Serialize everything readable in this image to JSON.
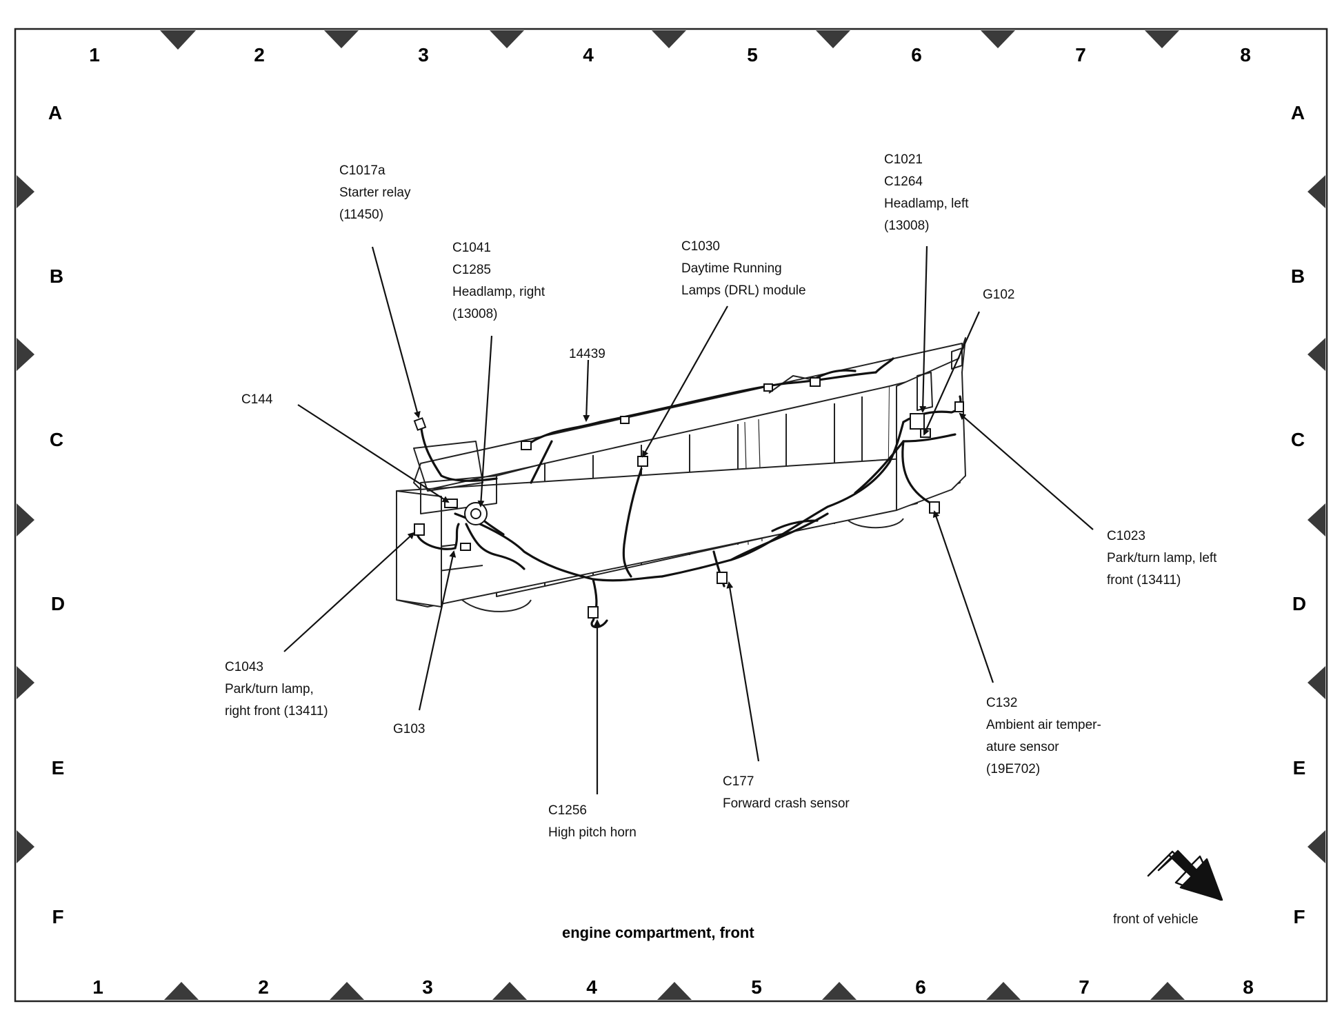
{
  "grid": {
    "columns": [
      "1",
      "2",
      "3",
      "4",
      "5",
      "6",
      "7",
      "8"
    ],
    "rows": [
      "A",
      "B",
      "C",
      "D",
      "E",
      "F"
    ]
  },
  "title": "engine compartment, front",
  "orientation_label": "front of vehicle",
  "callouts": {
    "c1017a": [
      "C1017a",
      "Starter relay",
      "(11450)"
    ],
    "c1041": [
      "C1041",
      "C1285",
      "Headlamp, right",
      "(13008)"
    ],
    "c1030": [
      "C1030",
      "Daytime Running",
      "Lamps (DRL) module"
    ],
    "c1021": [
      "C1021",
      "C1264",
      "Headlamp, left",
      "(13008)"
    ],
    "g102": [
      "G102"
    ],
    "n14439": [
      "14439"
    ],
    "c144": [
      "C144"
    ],
    "c1023": [
      "C1023",
      "Park/turn lamp, left",
      "front (13411)"
    ],
    "c1043": [
      "C1043",
      "Park/turn lamp,",
      "right front (13411)"
    ],
    "g103": [
      "G103"
    ],
    "c1256": [
      "C1256",
      "High pitch horn"
    ],
    "c177": [
      "C177",
      "Forward crash sensor"
    ],
    "c132": [
      "C132",
      "Ambient air temper-",
      "ature sensor",
      "(19E702)"
    ]
  }
}
